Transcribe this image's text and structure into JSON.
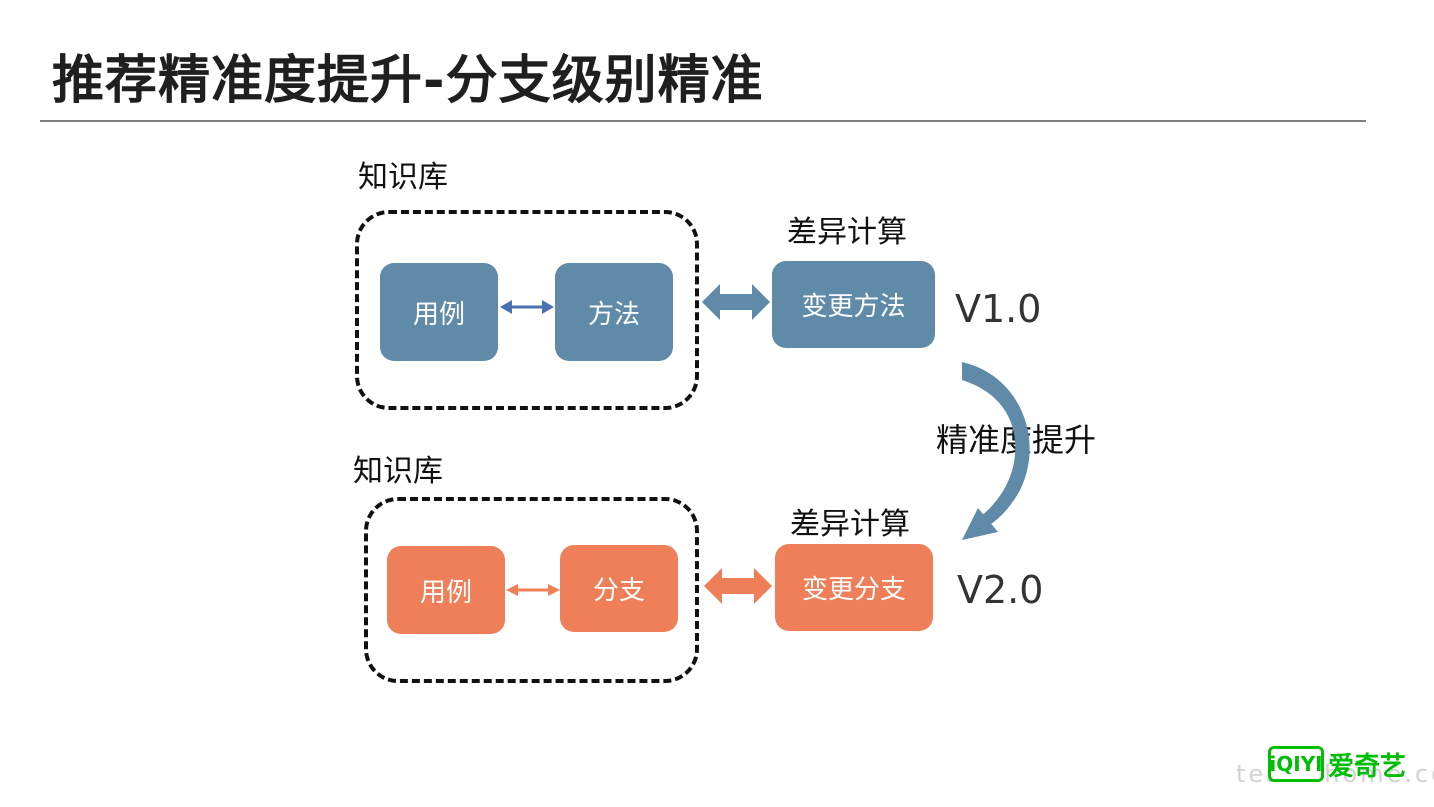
{
  "slide": {
    "title": "推荐精准度提升-分支级别精准"
  },
  "top": {
    "kb_label": "知识库",
    "box_case": "用例",
    "box_method": "方法",
    "diff_label": "差异计算",
    "box_change": "变更方法",
    "version": "V1.0"
  },
  "bottom": {
    "kb_label": "知识库",
    "box_case": "用例",
    "box_branch": "分支",
    "diff_label": "差异计算",
    "box_change": "变更分支",
    "version": "V2.0"
  },
  "upgrade_label": "精准度提升",
  "brand": {
    "logo_mark": "iQIYI",
    "logo_text": "爱奇艺",
    "watermark": "testerhome.com"
  },
  "colors": {
    "blue": "#5f8aa8",
    "orange": "#ee7f58",
    "brand_green": "#00be06"
  }
}
